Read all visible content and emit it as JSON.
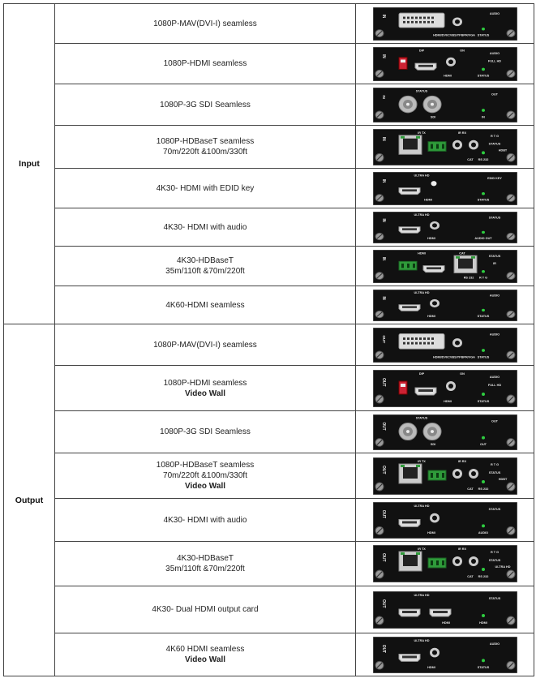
{
  "groups": [
    {
      "label": "Input",
      "rows": [
        {
          "lines": [
            "1080P-MAV(DVI-I) seamless"
          ],
          "bold_last": false,
          "card": {
            "side": "IN",
            "ports": [
              "dvi",
              "audio"
            ],
            "labels": [
              "HDMI/DVI/CVBS/YPBPR/VGA",
              "STATUS",
              "AUDIO"
            ]
          }
        },
        {
          "lines": [
            "1080P-HDMI seamless"
          ],
          "bold_last": false,
          "card": {
            "side": "IN",
            "ports": [
              "dip",
              "hdmi",
              "audio"
            ],
            "labels": [
              "HDMI",
              "STATUS",
              "AUDIO",
              "DIP",
              "ON",
              "FULL HD"
            ]
          }
        },
        {
          "lines": [
            "1080P-3G SDI Seamless"
          ],
          "bold_last": false,
          "card": {
            "side": "IN",
            "ports": [
              "bnc",
              "bnc"
            ],
            "labels": [
              "SDI",
              "IN",
              "OUT",
              "STATUS"
            ]
          }
        },
        {
          "lines": [
            "1080P-HDBaseT seamless",
            "70m/220ft &100m/330ft"
          ],
          "bold_last": false,
          "card": {
            "side": "IN",
            "ports": [
              "rj45",
              "rs232",
              "audio",
              "audio"
            ],
            "labels": [
              "CAT",
              "RS 232",
              "R T G",
              "IR TX",
              "IR RX",
              "STATUS",
              "HDBT"
            ]
          }
        },
        {
          "lines": [
            "4K30- HDMI with EDID key"
          ],
          "bold_last": false,
          "card": {
            "side": "IN",
            "ports": [
              "hdmi",
              "button"
            ],
            "labels": [
              "HDMI",
              "STATUS",
              "EDID KEY",
              "ULTRA HD"
            ]
          }
        },
        {
          "lines": [
            "4K30- HDMI with audio"
          ],
          "bold_last": false,
          "card": {
            "side": "IN",
            "ports": [
              "hdmi",
              "audio"
            ],
            "labels": [
              "HDMI",
              "AUDIO OUT",
              "STATUS",
              "ULTRA HD"
            ]
          }
        },
        {
          "lines": [
            "4K30-HDBaseT",
            "35m/110ft &70m/220ft"
          ],
          "bold_last": false,
          "card": {
            "side": "IN",
            "ports": [
              "rs232",
              "hdmi",
              "rj45"
            ],
            "labels": [
              "RS 232",
              "R T G",
              "STATUS",
              "HDMI",
              "CAT",
              "IR"
            ]
          }
        },
        {
          "lines": [
            "4K60-HDMI seamless"
          ],
          "bold_last": false,
          "card": {
            "side": "IN",
            "ports": [
              "hdmi",
              "audio"
            ],
            "labels": [
              "HDMI",
              "STATUS",
              "AUDIO",
              "ULTRA HD"
            ]
          }
        }
      ]
    },
    {
      "label": "Output",
      "rows": [
        {
          "lines": [
            "1080P-MAV(DVI-I) seamless"
          ],
          "bold_last": false,
          "card": {
            "side": "OUT",
            "ports": [
              "dvi",
              "audio"
            ],
            "labels": [
              "HDMI/DVI/CVBS/YPBPR/VGA",
              "STATUS",
              "AUDIO"
            ]
          }
        },
        {
          "lines": [
            "1080P-HDMI seamless",
            "Video Wall"
          ],
          "bold_last": true,
          "card": {
            "side": "OUT",
            "ports": [
              "dip",
              "hdmi",
              "audio"
            ],
            "labels": [
              "HDMI",
              "STATUS",
              "AUDIO",
              "DIP",
              "ON",
              "FULL HD"
            ]
          }
        },
        {
          "lines": [
            "1080P-3G SDI Seamless"
          ],
          "bold_last": false,
          "card": {
            "side": "OUT",
            "ports": [
              "bnc",
              "bnc"
            ],
            "labels": [
              "SDI",
              "OUT",
              "OUT",
              "STATUS"
            ]
          }
        },
        {
          "lines": [
            "1080P-HDBaseT seamless",
            "70m/220ft &100m/330ft",
            "Video Wall"
          ],
          "bold_last": true,
          "card": {
            "side": "OUT",
            "ports": [
              "rj45",
              "rs232",
              "audio",
              "audio"
            ],
            "labels": [
              "CAT",
              "RS 232",
              "R T G",
              "IR TX",
              "IR RX",
              "STATUS",
              "HDBT"
            ]
          }
        },
        {
          "lines": [
            "4K30- HDMI with audio"
          ],
          "bold_last": false,
          "card": {
            "side": "OUT",
            "ports": [
              "hdmi",
              "audio"
            ],
            "labels": [
              "HDMI",
              "AUDIO",
              "STATUS",
              "ULTRA HD"
            ]
          }
        },
        {
          "lines": [
            "4K30-HDBaseT",
            "35m/110ft &70m/220ft"
          ],
          "bold_last": false,
          "card": {
            "side": "OUT",
            "ports": [
              "rj45",
              "rs232",
              "audio",
              "audio"
            ],
            "labels": [
              "CAT",
              "RS 232",
              "R T G",
              "IR TX",
              "IR RX",
              "STATUS",
              "ULTRA HD"
            ]
          }
        },
        {
          "lines": [
            "4K30- Dual HDMI output card"
          ],
          "bold_last": false,
          "card": {
            "side": "OUT",
            "ports": [
              "hdmi",
              "hdmi"
            ],
            "labels": [
              "HDMI",
              "HDMI",
              "STATUS",
              "ULTRA HD"
            ]
          }
        },
        {
          "lines": [
            "4K60 HDMI seamless",
            "Video Wall"
          ],
          "bold_last": true,
          "card": {
            "side": "OUT",
            "ports": [
              "hdmi",
              "audio"
            ],
            "labels": [
              "HDMI",
              "STATUS",
              "AUDIO",
              "ULTRA HD"
            ]
          }
        }
      ]
    }
  ]
}
